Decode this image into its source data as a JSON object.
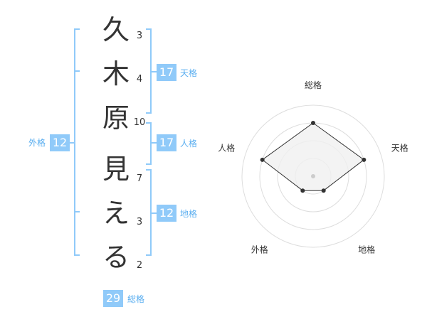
{
  "name": {
    "chars": [
      "久",
      "木",
      "原",
      "見",
      "え",
      "る"
    ],
    "strokes": [
      "3",
      "4",
      "10",
      "7",
      "3",
      "2"
    ]
  },
  "fortune": {
    "tenkaku": {
      "value": "17",
      "label": "天格"
    },
    "jinkaku": {
      "value": "17",
      "label": "人格"
    },
    "chikaku": {
      "value": "12",
      "label": "地格"
    },
    "gaikaku": {
      "value": "12",
      "label": "外格"
    },
    "soukaku": {
      "value": "29",
      "label": "総格"
    }
  },
  "chart_data": {
    "type": "radar",
    "axes": [
      "総格",
      "天格",
      "地格",
      "外格",
      "人格"
    ],
    "values": [
      0.75,
      0.75,
      0.25,
      0.25,
      0.75
    ],
    "max": 1,
    "rings": 4,
    "colors": {
      "fill": "#f0f0f0",
      "line": "#333333",
      "point": "#333333",
      "ring": "#dddddd",
      "center": "#cccccc"
    }
  }
}
